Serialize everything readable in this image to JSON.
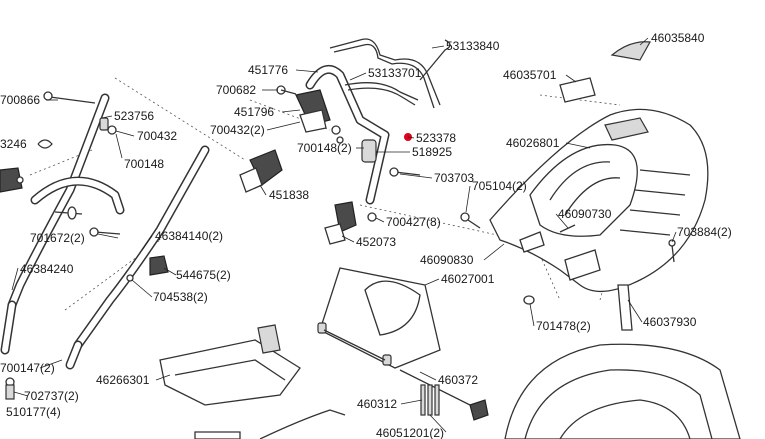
{
  "colors": {
    "line": "#333333",
    "background": "#ffffff",
    "highlight_marker": "#e0001a"
  },
  "labels": {
    "p53133840": "53133840",
    "p46035840": "46035840",
    "p451776": "451776",
    "p53133701": "53133701",
    "p46035701": "46035701",
    "p700682": "700682",
    "p700866": "700866",
    "p523756": "523756",
    "p451796": "451796",
    "p700432": "700432",
    "p700432_2": "700432(2)",
    "p523378": "523378",
    "p46026801": "46026801",
    "p3246": "3246",
    "p700148_2": "700148(2)",
    "p518925": "518925",
    "p700148": "700148",
    "p703703": "703703",
    "p705104_2": "705104(2)",
    "p451838": "451838",
    "p46090730": "46090730",
    "p700427_8": "700427(8)",
    "p701672_2": "701672(2)",
    "p46384140_2": "46384140(2)",
    "p703884_2": "703884(2)",
    "p452073": "452073",
    "p46090830": "46090830",
    "p46384240": "46384240",
    "p544675_2": "544675(2)",
    "p46027001": "46027001",
    "p704538_2": "704538(2)",
    "p701478_2": "701478(2)",
    "p46037930": "46037930",
    "p700147_2": "700147(2)",
    "p46266301": "46266301",
    "p460372": "460372",
    "p702737_2": "702737(2)",
    "p460312": "460312",
    "p510177_4": "510177(4)",
    "p46051201_2": "46051201(2)"
  }
}
